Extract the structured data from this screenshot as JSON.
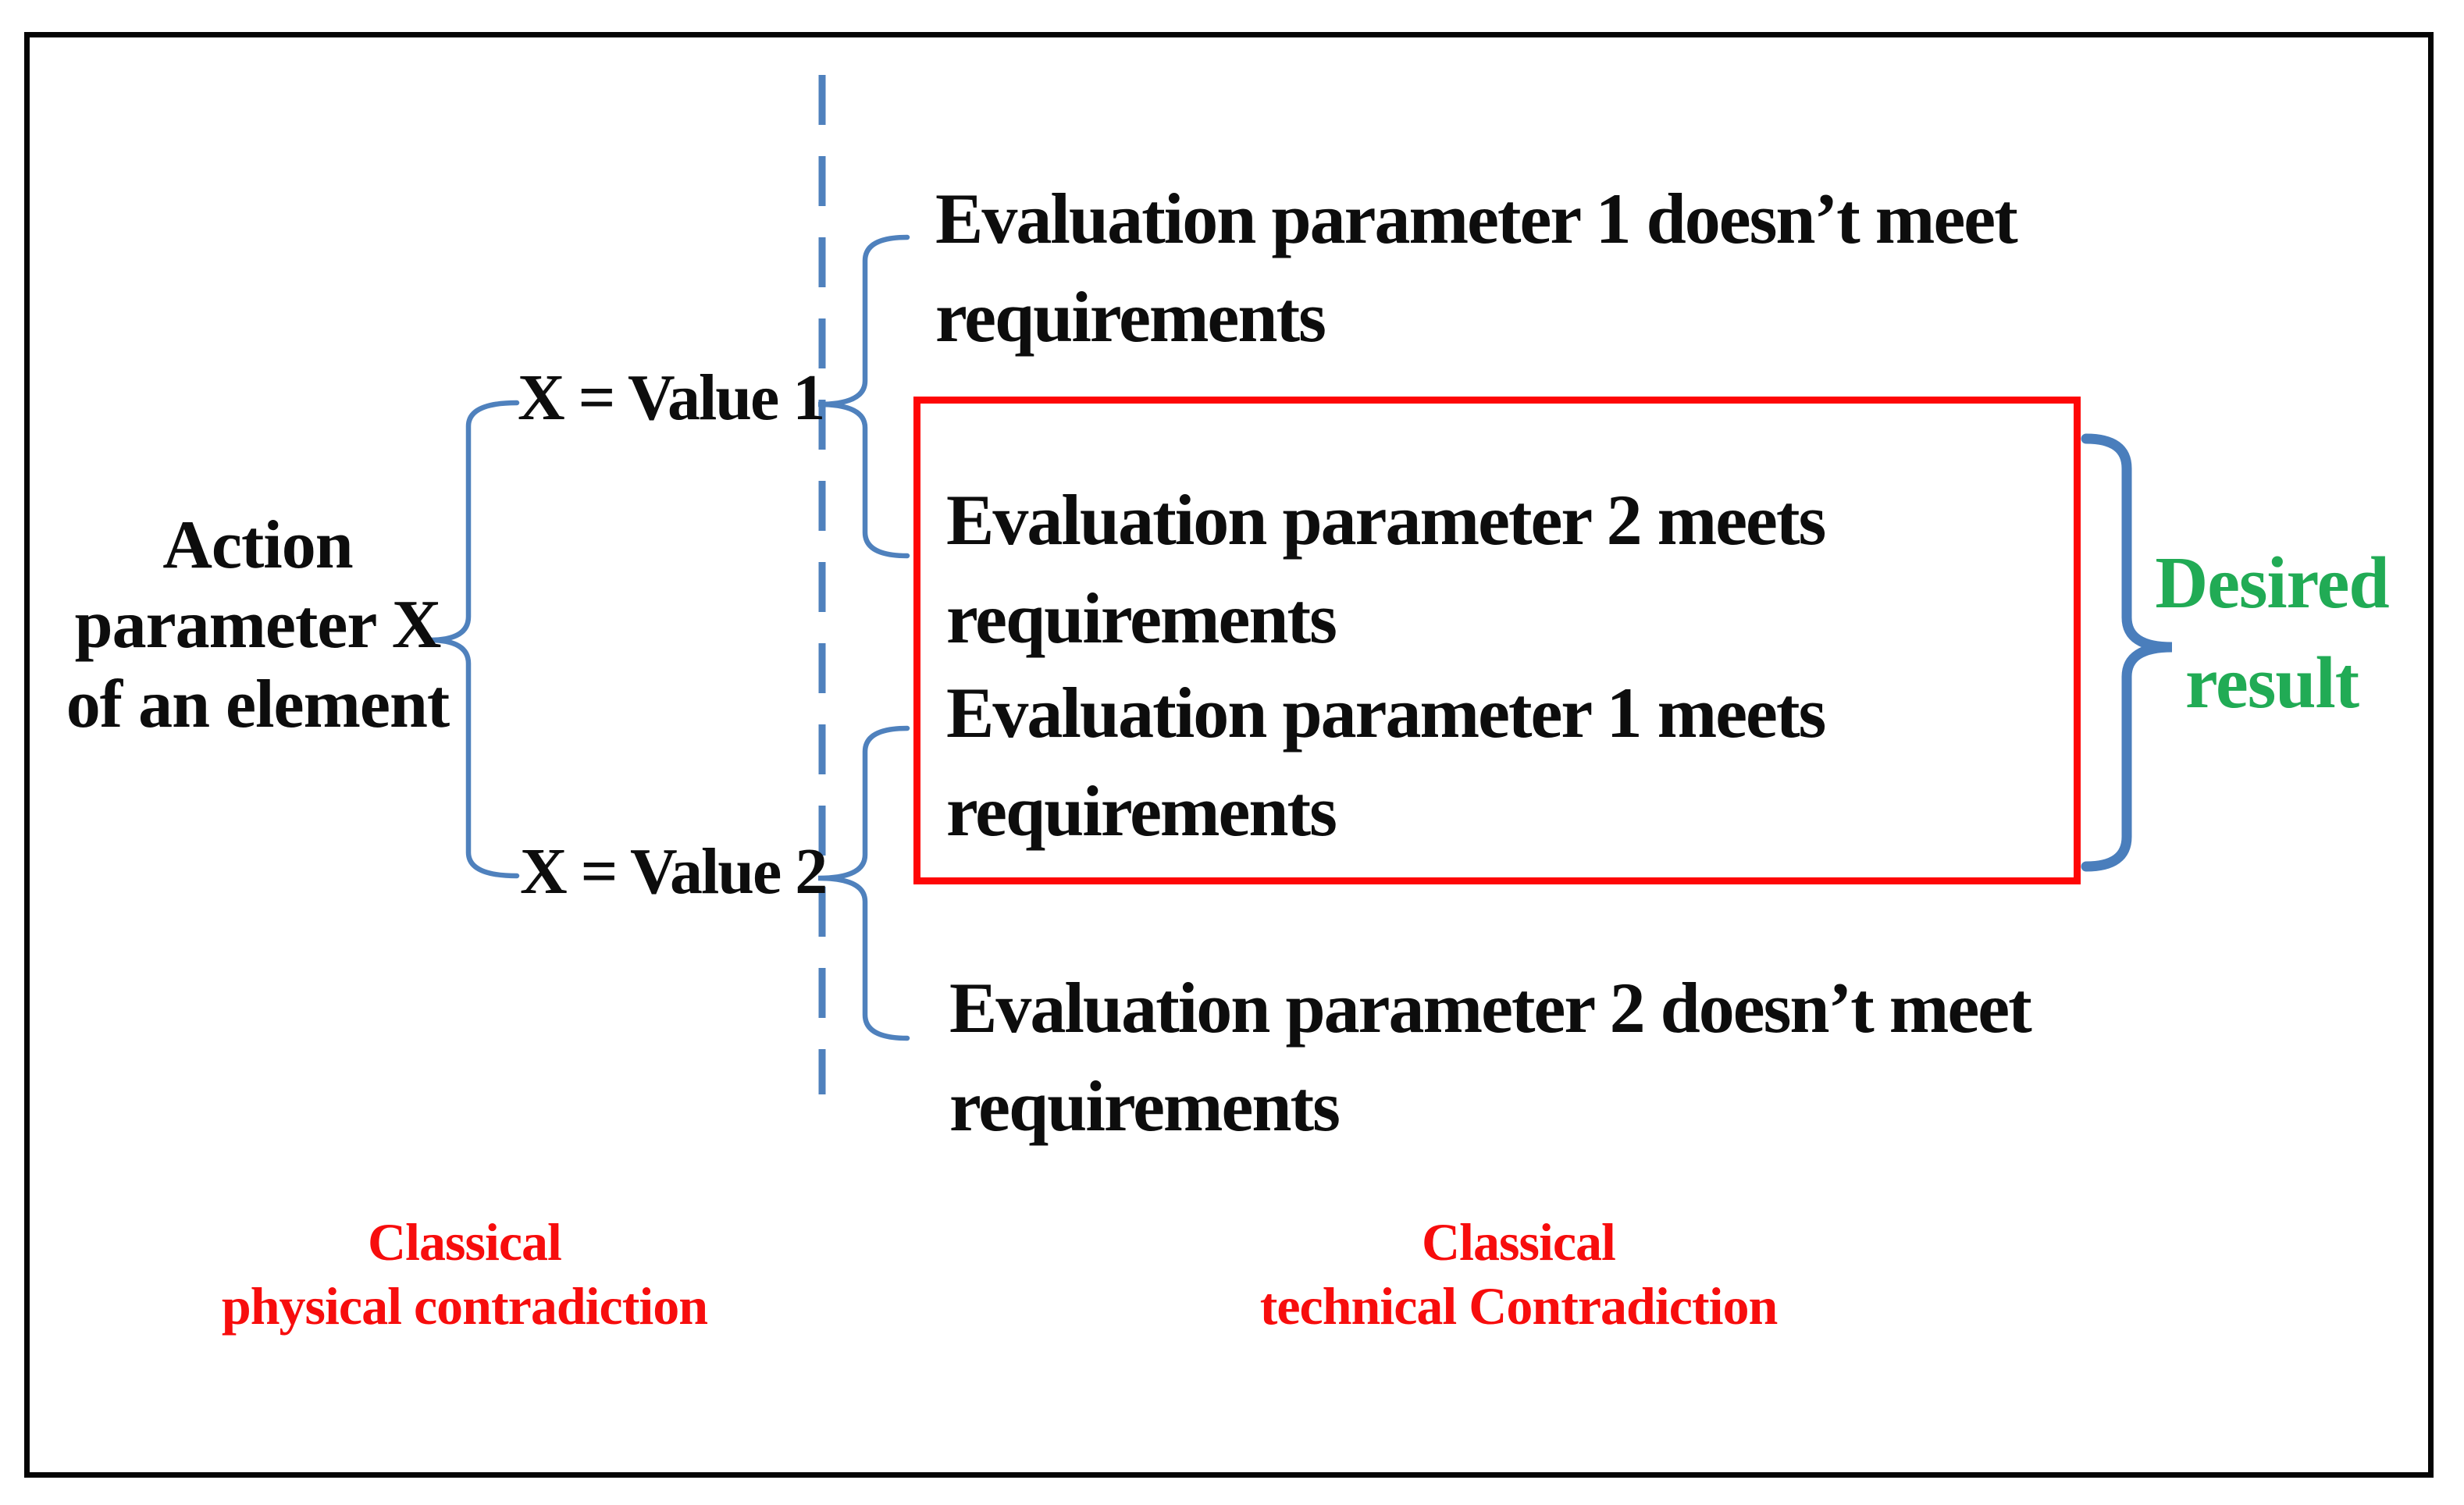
{
  "figure": {
    "root": {
      "line1": "Action",
      "line2": "parameter X",
      "line3": "of an element"
    },
    "branch_values": {
      "value1": "X = Value 1",
      "value2": "X = Value 2"
    },
    "outcomes": {
      "outcome1": {
        "line1": "Evaluation parameter 1 doesn’t meet",
        "line2": "requirements"
      },
      "outcome2": {
        "line1": "Evaluation parameter 2 meets",
        "line2": "requirements"
      },
      "outcome3": {
        "line1": "Evaluation parameter 1 meets",
        "line2": "requirements"
      },
      "outcome4": {
        "line1": "Evaluation parameter 2 doesn’t meet",
        "line2": "requirements"
      }
    },
    "desired_result": {
      "line1": "Desired",
      "line2": "result"
    },
    "region_labels": {
      "left": {
        "line1": "Classical",
        "line2": "physical contradiction"
      },
      "right": {
        "line1": "Classical",
        "line2": "technical Contradiction"
      }
    },
    "colors": {
      "brace_blue": "#4f81bd",
      "big_brace_blue": "#4a7ebc",
      "highlight_red": "#fe0606",
      "label_red": "#f70d0d",
      "desired_green": "#21ab55",
      "border_black": "#050505"
    }
  }
}
